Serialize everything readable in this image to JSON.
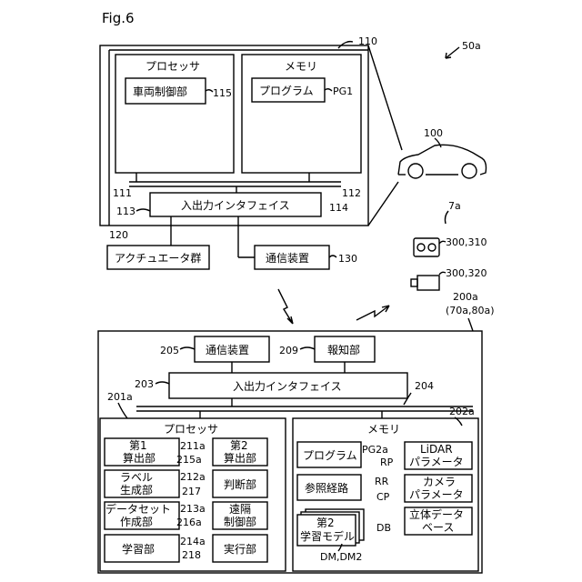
{
  "figure_label": "Fig.6",
  "vehicle_unit": {
    "ref": "110",
    "system_ref": "50a",
    "processor": {
      "title": "プロセッサ",
      "controller": "車両制御部",
      "controller_ref": "115"
    },
    "memory": {
      "title": "メモリ",
      "program": "プログラム",
      "program_ref": "PG1"
    },
    "bus_left_ref": "111",
    "bus_right_ref": "112",
    "io_interface": {
      "label": "入出力インタフェイス",
      "left_ref": "113",
      "right_ref": "114"
    },
    "actuators": {
      "label": "アクチュエータ群",
      "ref": "120"
    },
    "comm_device": {
      "label": "通信装置",
      "ref": "130"
    }
  },
  "vehicle": {
    "ref": "100"
  },
  "sensors": {
    "ref": "7a",
    "lidar_ref": "300,310",
    "camera_ref": "300,320"
  },
  "server": {
    "ref": "200a",
    "ref_sub": "(70a,80a)",
    "comm_device": {
      "label": "通信装置",
      "ref": "205"
    },
    "notification": {
      "label": "報知部",
      "ref": "209"
    },
    "io_interface": {
      "label": "入出力インタフェイス",
      "left_ref": "203",
      "right_ref": "204"
    },
    "processor": {
      "ref": "201a",
      "title": "プロセッサ",
      "first_calc": {
        "line1": "第1",
        "line2": "算出部",
        "ref": "211a"
      },
      "second_calc": {
        "line1": "第2",
        "line2": "算出部",
        "ref": "215a"
      },
      "label_gen": {
        "line1": "ラベル",
        "line2": "生成部",
        "ref": "212a"
      },
      "judge": {
        "label": "判断部",
        "ref": "217"
      },
      "dataset_gen": {
        "line1": "データセット",
        "line2": "作成部",
        "ref": "213a"
      },
      "remote_ctrl": {
        "line1": "遠隔",
        "line2": "制御部",
        "ref": "216a"
      },
      "learning": {
        "label": "学習部",
        "ref": "214a"
      },
      "execution": {
        "label": "実行部",
        "ref": "218"
      }
    },
    "memory": {
      "ref": "202a",
      "title": "メモリ",
      "program": {
        "label": "プログラム",
        "ref": "PG2a"
      },
      "lidar_params": {
        "line1": "LiDAR",
        "line2": "パラメータ",
        "ref": "RP"
      },
      "ref_route": {
        "label": "参照経路",
        "ref": "RR"
      },
      "camera_params": {
        "line1": "カメラ",
        "line2": "パラメータ",
        "ref": "CP"
      },
      "model": {
        "line1": "第2",
        "line2": "学習モデル",
        "ref": "DM,DM2"
      },
      "db": {
        "line1": "立体データ",
        "line2": "ベース",
        "ref": "DB"
      }
    }
  }
}
